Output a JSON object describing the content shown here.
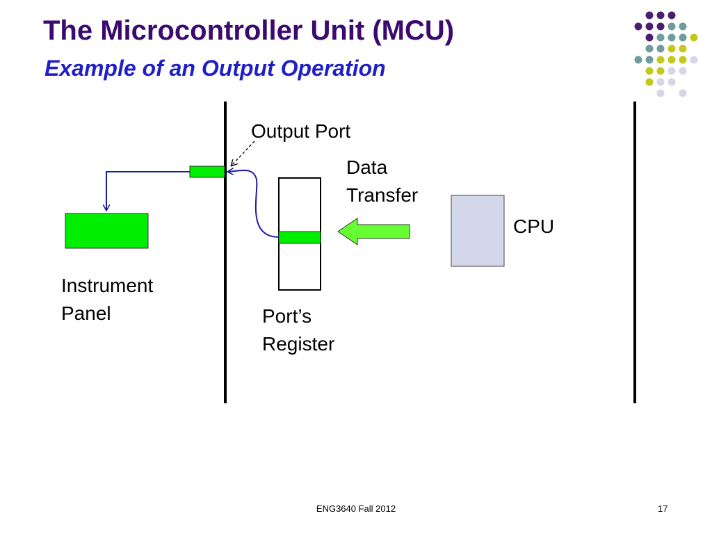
{
  "slide": {
    "title": "The Microcontroller Unit (MCU)",
    "subtitle": "Example of an Output Operation",
    "footer": "ENG3640 Fall 2012",
    "page_number": "17"
  },
  "diagram": {
    "labels": {
      "output_port": "Output Port",
      "data_transfer_line1": "Data",
      "data_transfer_line2": "Transfer",
      "cpu": "CPU",
      "instrument_panel_line1": "Instrument",
      "instrument_panel_line2": "Panel",
      "ports_register_line1": "Port’s",
      "ports_register_line2": "Register"
    }
  },
  "colors": {
    "title": "#3b0a6e",
    "subtitle": "#1f1fc8",
    "green": "#00ee00",
    "cpu_fill": "#d4d6ea",
    "connector_blue": "#1a1aa8",
    "dot_purple": "#4a1f6e",
    "dot_teal": "#6f9c9c",
    "dot_yellow": "#c4c81c",
    "dot_lavender": "#d6d6e8"
  }
}
